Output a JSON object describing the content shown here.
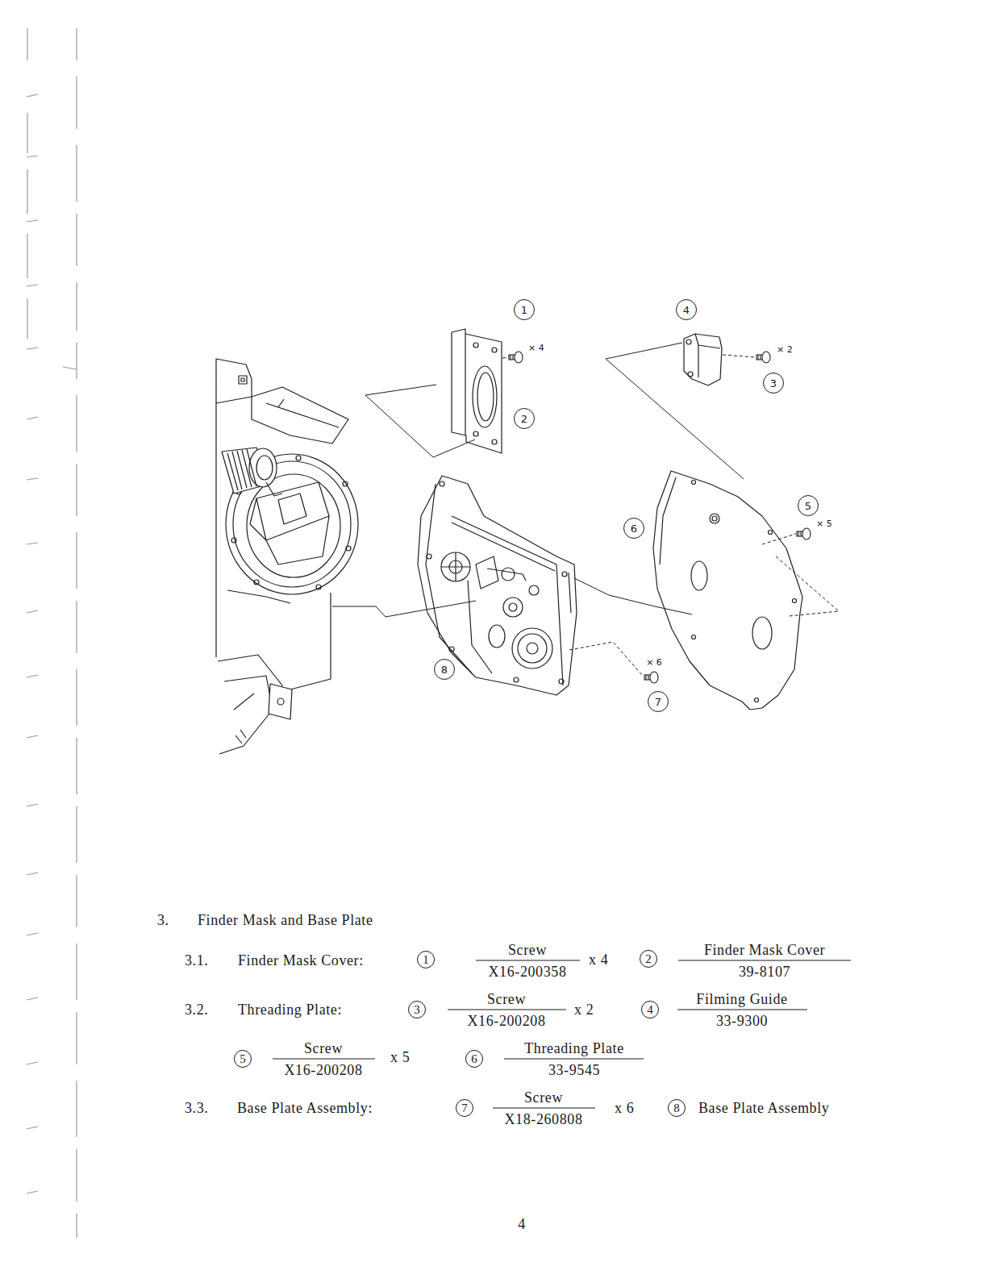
{
  "diagram": {
    "title": "Finder Mask and Base Plate",
    "nodes": [
      {
        "text": [
          "1"
        ]
      },
      {
        "text": [
          "4"
        ]
      },
      {
        "text": [
          "3"
        ]
      },
      {
        "text": [
          "2"
        ]
      },
      {
        "text": [
          "5"
        ]
      },
      {
        "text": [
          "6"
        ]
      },
      {
        "text": [
          "8"
        ]
      },
      {
        "text": [
          "7"
        ]
      },
      {
        "text": [
          "1"
        ]
      },
      {
        "text": [
          "2"
        ]
      },
      {
        "text": [
          "3"
        ]
      },
      {
        "text": [
          "4"
        ]
      },
      {
        "text": [
          "5"
        ]
      },
      {
        "text": [
          "6"
        ]
      },
      {
        "text": [
          "7"
        ]
      },
      {
        "text": [
          "8"
        ]
      }
    ],
    "labels": [
      "× 4",
      "× 2",
      "× 5",
      "× 6",
      "3.",
      "3.1.",
      "Finder Mask Cover:",
      "Screw",
      "X16-200358",
      "x 4",
      "Finder Mask Cover",
      "39-8107",
      "3.2.",
      "Threading Plate:",
      "Screw",
      "X16-200208",
      "x 2",
      "Filming Guide",
      "33-9300",
      "Screw",
      "X16-200208",
      "x 5",
      "Threading Plate",
      "33-9545",
      "3.3.",
      "Base Plate Assembly:",
      "Screw",
      "X18-260808",
      "x 6",
      "Base Plate Assembly",
      "4"
    ]
  }
}
